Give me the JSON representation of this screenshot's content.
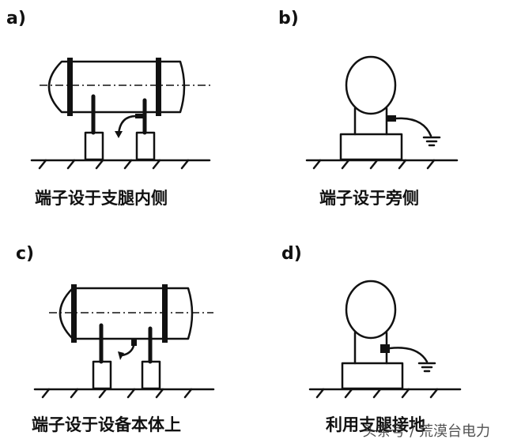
{
  "panels": {
    "a": {
      "letter": "a)",
      "caption": "端子设于支腿内侧"
    },
    "b": {
      "letter": "b)",
      "caption": "端子设于旁侧"
    },
    "c": {
      "letter": "c)",
      "caption": "端子设于设备本体上"
    },
    "d": {
      "letter": "d)",
      "caption": "利用支腿接地"
    }
  },
  "watermark": {
    "text": "头条号 / 荒漠台电力"
  }
}
